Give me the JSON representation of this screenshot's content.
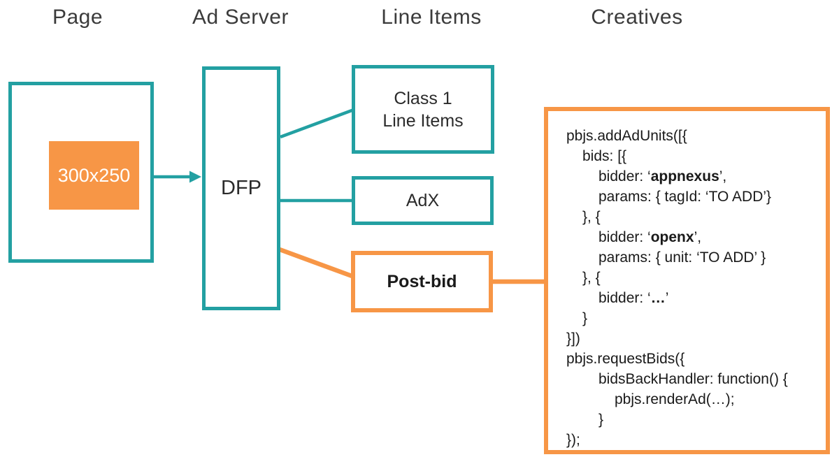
{
  "colors": {
    "teal": "#23a0a2",
    "orange": "#f79646",
    "heading_text": "#3b3b3b",
    "code_text": "#1a1a1a",
    "ad_slot_text": "#ffffff"
  },
  "headers": {
    "page": "Page",
    "ad_server": "Ad Server",
    "line_items": "Line Items",
    "creatives": "Creatives"
  },
  "page": {
    "ad_slot_label": "300x250"
  },
  "ad_server": {
    "dfp_label": "DFP"
  },
  "line_items": {
    "class1_line1": "Class 1",
    "class1_line2": "Line Items",
    "adx_label": "AdX",
    "postbid_label": "Post-bid"
  },
  "creatives": {
    "code_lines": [
      {
        "indent": 0,
        "segments": [
          {
            "text": "pbjs.addAdUnits([{"
          }
        ]
      },
      {
        "indent": 1,
        "segments": [
          {
            "text": "bids: [{"
          }
        ]
      },
      {
        "indent": 2,
        "segments": [
          {
            "text": "bidder: ‘"
          },
          {
            "text": "appnexus",
            "bold": true
          },
          {
            "text": "’,"
          }
        ]
      },
      {
        "indent": 2,
        "segments": [
          {
            "text": "params: { tagId: ‘TO ADD’}"
          }
        ]
      },
      {
        "indent": 1,
        "segments": [
          {
            "text": "}, {"
          }
        ]
      },
      {
        "indent": 2,
        "segments": [
          {
            "text": "bidder: ‘"
          },
          {
            "text": "openx",
            "bold": true
          },
          {
            "text": "’,"
          }
        ]
      },
      {
        "indent": 2,
        "segments": [
          {
            "text": "params: { unit: ‘TO ADD’ }"
          }
        ]
      },
      {
        "indent": 1,
        "segments": [
          {
            "text": "}, {"
          }
        ]
      },
      {
        "indent": 2,
        "segments": [
          {
            "text": "bidder: ‘"
          },
          {
            "text": "…",
            "bold": true
          },
          {
            "text": "’"
          }
        ]
      },
      {
        "indent": 1,
        "segments": [
          {
            "text": "}"
          }
        ]
      },
      {
        "indent": 0,
        "segments": [
          {
            "text": "}])"
          }
        ]
      },
      {
        "indent": 0,
        "segments": [
          {
            "text": "pbjs.requestBids({"
          }
        ]
      },
      {
        "indent": 2,
        "segments": [
          {
            "text": "bidsBackHandler: function() {"
          }
        ]
      },
      {
        "indent": 3,
        "segments": [
          {
            "text": "pbjs.renderAd(…);"
          }
        ]
      },
      {
        "indent": 2,
        "segments": [
          {
            "text": "}"
          }
        ]
      },
      {
        "indent": 0,
        "segments": [
          {
            "text": "});"
          }
        ]
      }
    ]
  }
}
